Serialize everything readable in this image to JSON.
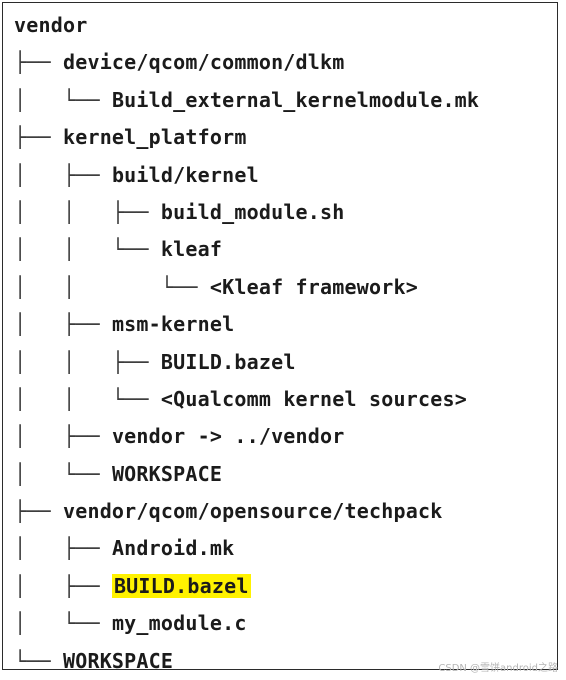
{
  "tree": [
    {
      "prefix": "",
      "label": "vendor"
    },
    {
      "prefix": "├── ",
      "label": "device/qcom/common/dlkm"
    },
    {
      "prefix": "│   └── ",
      "label": "Build_external_kernelmodule.mk"
    },
    {
      "prefix": "├── ",
      "label": "kernel_platform"
    },
    {
      "prefix": "│   ├── ",
      "label": "build/kernel"
    },
    {
      "prefix": "│   │   ├── ",
      "label": "build_module.sh"
    },
    {
      "prefix": "│   │   └── ",
      "label": "kleaf"
    },
    {
      "prefix": "│   │       └── ",
      "label": "<Kleaf framework>"
    },
    {
      "prefix": "│   ├── ",
      "label": "msm-kernel"
    },
    {
      "prefix": "│   │   ├── ",
      "label": "BUILD.bazel"
    },
    {
      "prefix": "│   │   └── ",
      "label": "<Qualcomm kernel sources>"
    },
    {
      "prefix": "│   ├── ",
      "label": "vendor -> ../vendor"
    },
    {
      "prefix": "│   └── ",
      "label": "WORKSPACE"
    },
    {
      "prefix": "├── ",
      "label": "vendor/qcom/opensource/techpack"
    },
    {
      "prefix": "│   ├── ",
      "label": "Android.mk"
    },
    {
      "prefix": "│   ├── ",
      "label": "BUILD.bazel",
      "highlight": true
    },
    {
      "prefix": "│   └── ",
      "label": "my_module.c"
    },
    {
      "prefix": "└── ",
      "label": "WORKSPACE"
    }
  ],
  "highlight_color": "#fff200",
  "watermark": "CSDN @雪饼android之路"
}
